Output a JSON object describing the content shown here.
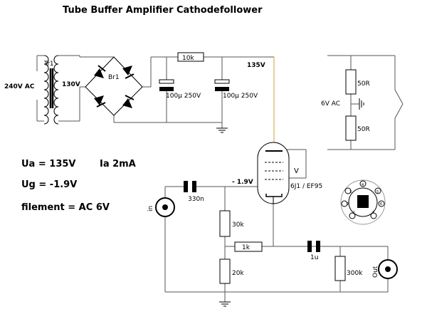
{
  "title": "Tube Buffer Amplifier   Cathodefollower",
  "params": {
    "ua": "Ua = 135V",
    "ia": "Ia 2mA",
    "ug": "Ug = -1.9V",
    "filament": "filement = AC 6V"
  },
  "labels": {
    "mains": "240V AC",
    "transformer": "Tr1",
    "secondary": "130V",
    "bridge": "Br1",
    "r_10k": "10k",
    "c1": "100µ  250V",
    "c2": "100µ  250V",
    "b_plus": "135V",
    "r_50r_top": "50R",
    "filament_supply": "6V AC",
    "r_50r_bottom": "50R",
    "tube_letter": "V",
    "tube_name": "6J1  / EF95",
    "grid_voltage": "- 1.9V",
    "c_input": "330n",
    "input": "in",
    "r_30k": "30k",
    "r_1k": "1k",
    "r_20k": "20k",
    "c_output": "1u",
    "r_300k": "300k",
    "output": "Out"
  },
  "pin_numbers": [
    "1",
    "2",
    "3",
    "4",
    "5",
    "6",
    "7"
  ],
  "colors": {
    "wire": "#555555",
    "component": "#000000",
    "anode_wire": "#c8a032"
  }
}
